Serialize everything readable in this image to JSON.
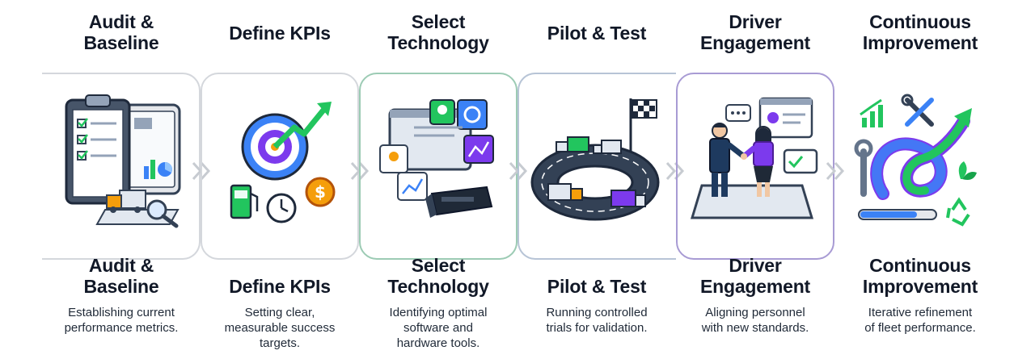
{
  "steps": [
    {
      "top_title_lines": [
        "Audit &",
        "Baseline"
      ],
      "bottom_title_lines": [
        "Audit &",
        "Baseline"
      ],
      "description_lines": [
        "Establishing current",
        "performance metrics."
      ]
    },
    {
      "top_title_lines": [
        "Define KPIs"
      ],
      "bottom_title_lines": [
        "Define KPIs"
      ],
      "description_lines": [
        "Setting clear,",
        "measurable success",
        "targets."
      ]
    },
    {
      "top_title_lines": [
        "Select",
        "Technology"
      ],
      "bottom_title_lines": [
        "Select",
        "Technology"
      ],
      "description_lines": [
        "Identifying optimal",
        "software and",
        "hardware tools."
      ]
    },
    {
      "top_title_lines": [
        "Pilot & Test"
      ],
      "bottom_title_lines": [
        "Pilot & Test"
      ],
      "description_lines": [
        "Running controlled",
        "trials for validation."
      ]
    },
    {
      "top_title_lines": [
        "Driver",
        "Engagement"
      ],
      "bottom_title_lines": [
        "Driver",
        "Engagement"
      ],
      "description_lines": [
        "Aligning personnel",
        "with new standards."
      ]
    },
    {
      "top_title_lines": [
        "Continuous",
        "Improvement"
      ],
      "bottom_title_lines": [
        "Continuous",
        "Improvement"
      ],
      "description_lines": [
        "Iterative refinement",
        "of fleet performance."
      ]
    }
  ],
  "colors": {
    "navy": "#334155",
    "blue": "#3b82f6",
    "green": "#22c55e",
    "teal": "#14b8a6",
    "purple": "#7c3aed",
    "orange": "#f59e0b",
    "frame_gray": "#d4d7dc",
    "frame_green": "#9ccbb4",
    "frame_purple": "#a89bd4",
    "chevron": "#c7cbd1"
  },
  "icons": [
    "clipboard-tablet-truck-icon",
    "target-arrow-gauges-icon",
    "software-hardware-icon",
    "track-trucks-flag-icon",
    "handshake-people-icon",
    "cycle-improvement-icon"
  ]
}
